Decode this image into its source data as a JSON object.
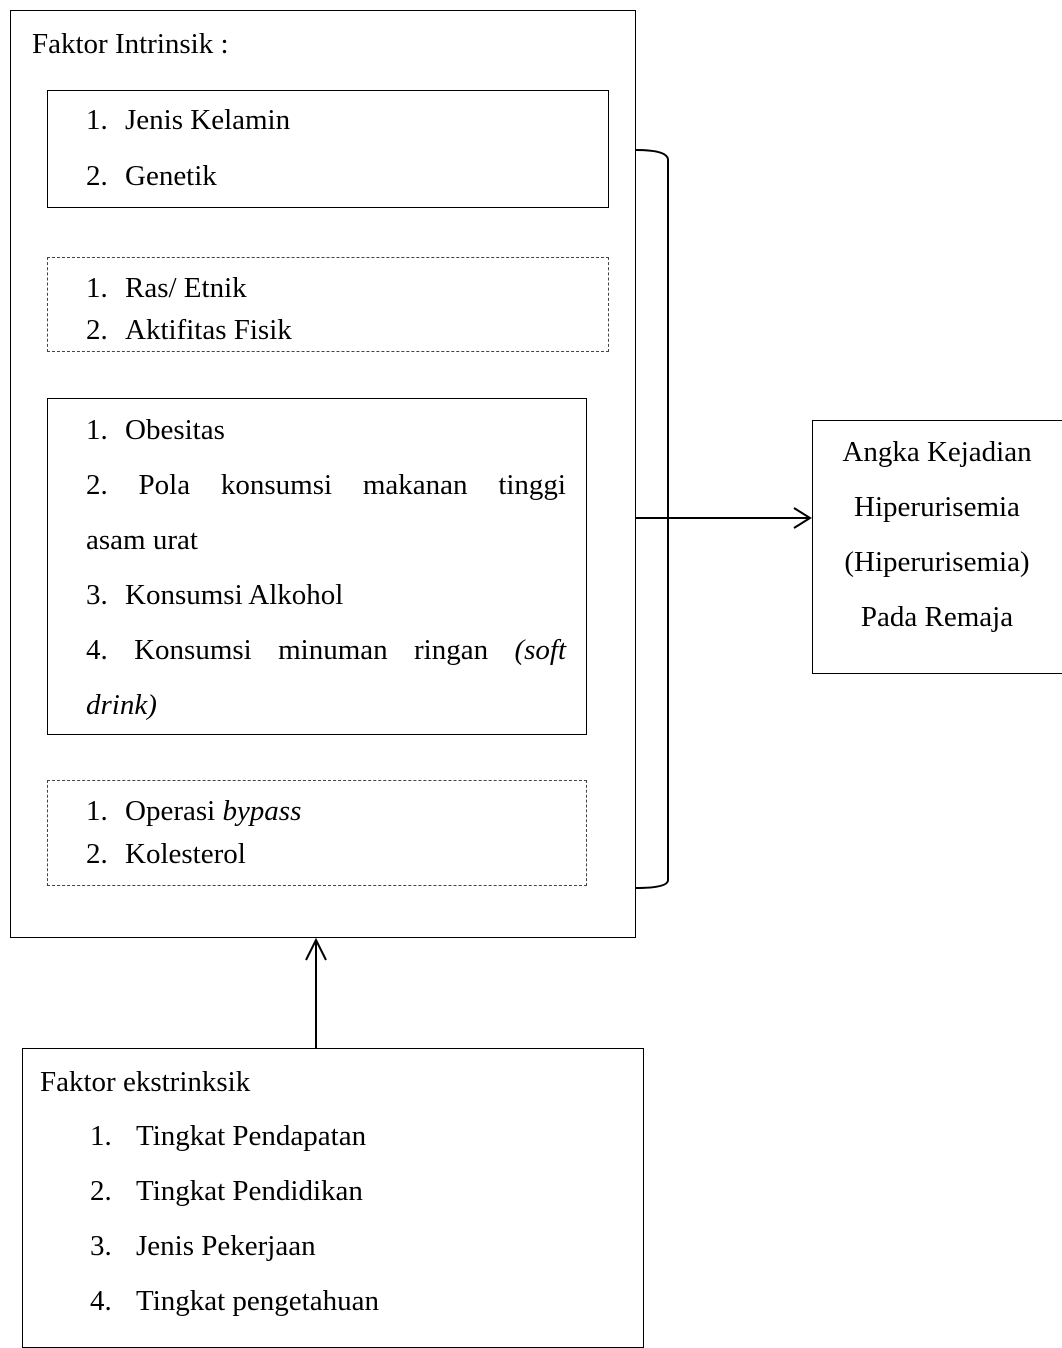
{
  "intrinsic": {
    "title": "Faktor Intrinsik :",
    "group1": [
      {
        "num": "1.",
        "text": "Jenis Kelamin"
      },
      {
        "num": "2.",
        "text": "Genetik"
      }
    ],
    "group2": [
      {
        "num": "1.",
        "text": "Ras/ Etnik"
      },
      {
        "num": "2.",
        "text": "Aktifitas Fisik"
      }
    ],
    "group3": {
      "item1": {
        "num": "1.",
        "text": "Obesitas"
      },
      "item2_line1": "2. Pola konsumsi makanan tinggi",
      "item2_line2": "asam urat",
      "item3": {
        "num": "3.",
        "text": "Konsumsi Alkohol"
      },
      "item4_line1_prefix": "4. Konsumsi minuman ringan",
      "item4_line1_italic": "(soft",
      "item4_line2_italic": "drink)"
    },
    "group4": [
      {
        "num": "1.",
        "text": "Operasi",
        "italic": "bypass"
      },
      {
        "num": "2.",
        "text": "Kolesterol"
      }
    ]
  },
  "outcome": {
    "line1": "Angka Kejadian",
    "line2": "Hiperurisemia",
    "line3": "(Hiperurisemia)",
    "line4": "Pada Remaja"
  },
  "extrinsic": {
    "title": "Faktor ekstrinksik",
    "items": [
      {
        "num": "1.",
        "text": "Tingkat Pendapatan"
      },
      {
        "num": "2.",
        "text": "Tingkat Pendidikan"
      },
      {
        "num": "3.",
        "text": "Jenis Pekerjaan"
      },
      {
        "num": "4.",
        "text": "Tingkat pengetahuan"
      }
    ]
  }
}
